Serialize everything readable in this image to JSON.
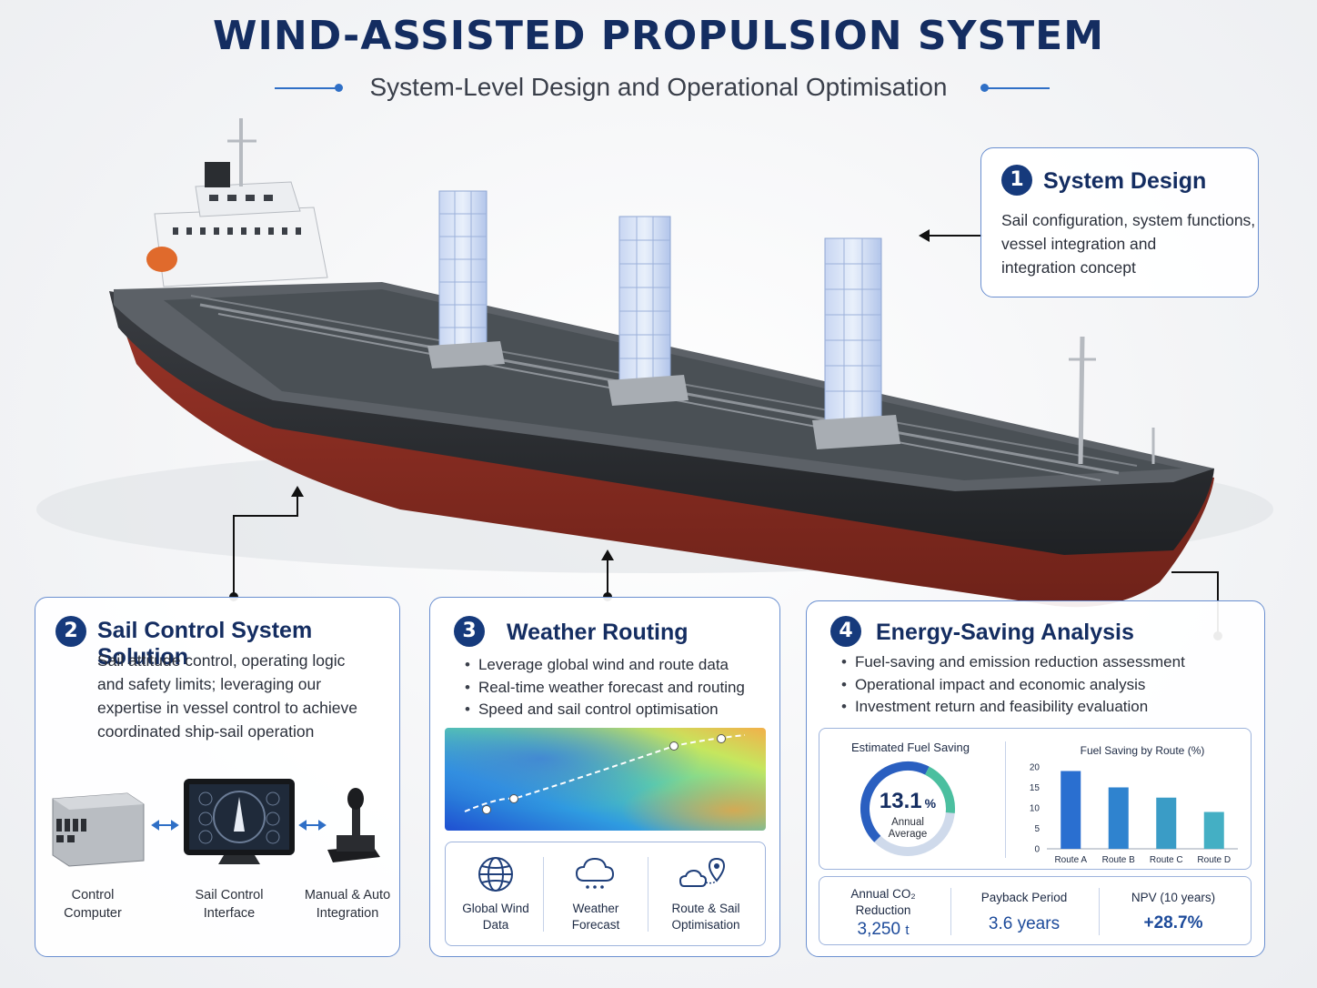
{
  "header": {
    "title": "WIND-ASSISTED PROPULSION SYSTEM",
    "subtitle": "System-Level Design and Operational Optimisation"
  },
  "colors": {
    "navy": "#142d61",
    "accent": "#2f6fc6",
    "hull_red": "#8e2f24",
    "hull_black": "#2a2d31"
  },
  "card1": {
    "number": "1",
    "title": "System Design",
    "body": [
      "Sail configuration, system functions,",
      "vessel integration and",
      "integration concept"
    ]
  },
  "card2": {
    "number": "2",
    "title": "Sail Control System Solution",
    "body": [
      "Sail attitude control, operating logic",
      "and safety limits; leveraging our",
      "expertise in vessel control to achieve",
      "coordinated ship-sail operation"
    ],
    "devices": [
      {
        "label1": "Control",
        "label2": "Computer",
        "icon": "control-computer-icon"
      },
      {
        "label1": "Sail Control",
        "label2": "Interface",
        "icon": "monitor-icon"
      },
      {
        "label1": "Manual & Auto",
        "label2": "Integration",
        "icon": "joystick-icon"
      }
    ]
  },
  "card3": {
    "number": "3",
    "title": "Weather Routing",
    "bullets": [
      "Leverage global wind and route data",
      "Real-time weather forecast and routing",
      "Speed and sail control optimisation"
    ],
    "icons": [
      {
        "label1": "Global Wind",
        "label2": "Data",
        "icon": "globe-icon"
      },
      {
        "label1": "Weather",
        "label2": "Forecast",
        "icon": "cloud-icon"
      },
      {
        "label1": "Route & Sail",
        "label2": "Optimisation",
        "icon": "route-pin-icon"
      }
    ]
  },
  "card4": {
    "number": "4",
    "title": "Energy-Saving Analysis",
    "bullets": [
      "Fuel-saving and emission reduction assessment",
      "Operational impact and economic analysis",
      "Investment return and feasibility evaluation"
    ],
    "gauge": {
      "label": "Estimated Fuel Saving",
      "value": "13.1",
      "unit": "%",
      "caption1": "Annual",
      "caption2": "Average",
      "fraction": 0.131
    },
    "kpis": [
      {
        "label1": "Annual CO₂",
        "label2": "Reduction",
        "value": "3,250",
        "unit": "t"
      },
      {
        "label1": "Payback Period",
        "label2": "",
        "value": "3.6 years",
        "unit": ""
      },
      {
        "label1": "NPV (10 years)",
        "label2": "",
        "value": "+28.7%",
        "unit": ""
      }
    ]
  },
  "chart_data": {
    "type": "bar",
    "title": "Fuel Saving by Route (%)",
    "categories": [
      "Route A",
      "Route B",
      "Route C",
      "Route D"
    ],
    "values": [
      19,
      15,
      12.5,
      9
    ],
    "ylim": [
      0,
      20
    ],
    "yticks": [
      "0",
      "5",
      "10",
      "15",
      "20"
    ],
    "colors": [
      "#2a6fd0",
      "#2f83cf",
      "#3a9cc6",
      "#44afc4"
    ],
    "grid": false
  }
}
